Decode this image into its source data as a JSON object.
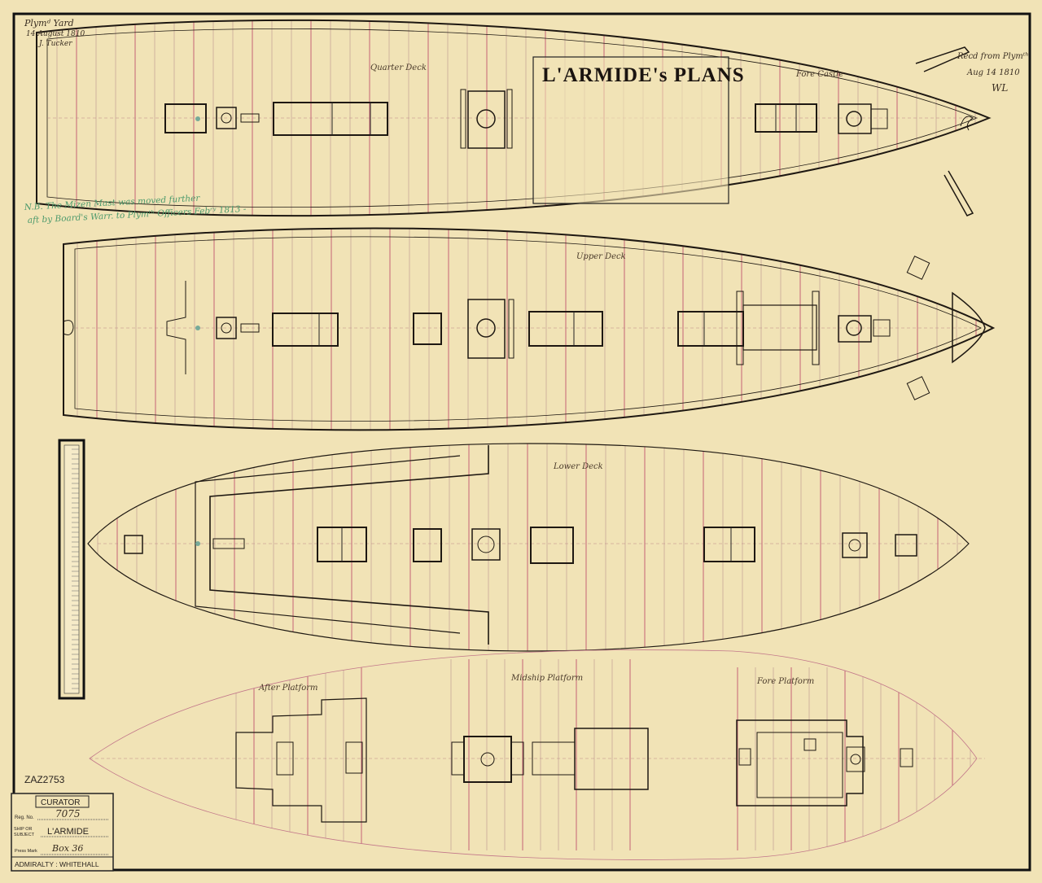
{
  "title": "L'ARMIDE's PLANS",
  "decks": {
    "quarter_deck": "Quarter Deck",
    "fore_castle": "Fore Castle",
    "upper_deck": "Upper Deck",
    "lower_deck": "Lower Deck",
    "after_platform": "After Platform",
    "midship_platform": "Midship Platform",
    "fore_platform": "Fore Platform"
  },
  "annotations": {
    "top_left_line1": "Plymᵈ Yard",
    "top_left_line2": "14 August 1810",
    "top_left_line3": "J. Tucker",
    "top_right_line1": "Recd from Plymᵗʰ",
    "top_right_line2": "Aug 14 1810",
    "top_right_line3": "WL",
    "green_note_line1": "N.B. The Mizen Mast was moved further",
    "green_note_line2": "aft by Board's Warr. to Plymᵗʰ Officers Febʳʸ 1813 -"
  },
  "catalogue": {
    "ref": "ZAZ2753",
    "header": "CURATOR",
    "reg_label": "Reg. No.",
    "reg_value": "7075",
    "ship_label_1": "SHIP OR",
    "ship_label_2": "SUBJECT",
    "ship_value": "L'ARMIDE",
    "press_label": "Press Mark",
    "press_value": "Box 36",
    "footer": "ADMIRALTY : WHITEHALL"
  }
}
